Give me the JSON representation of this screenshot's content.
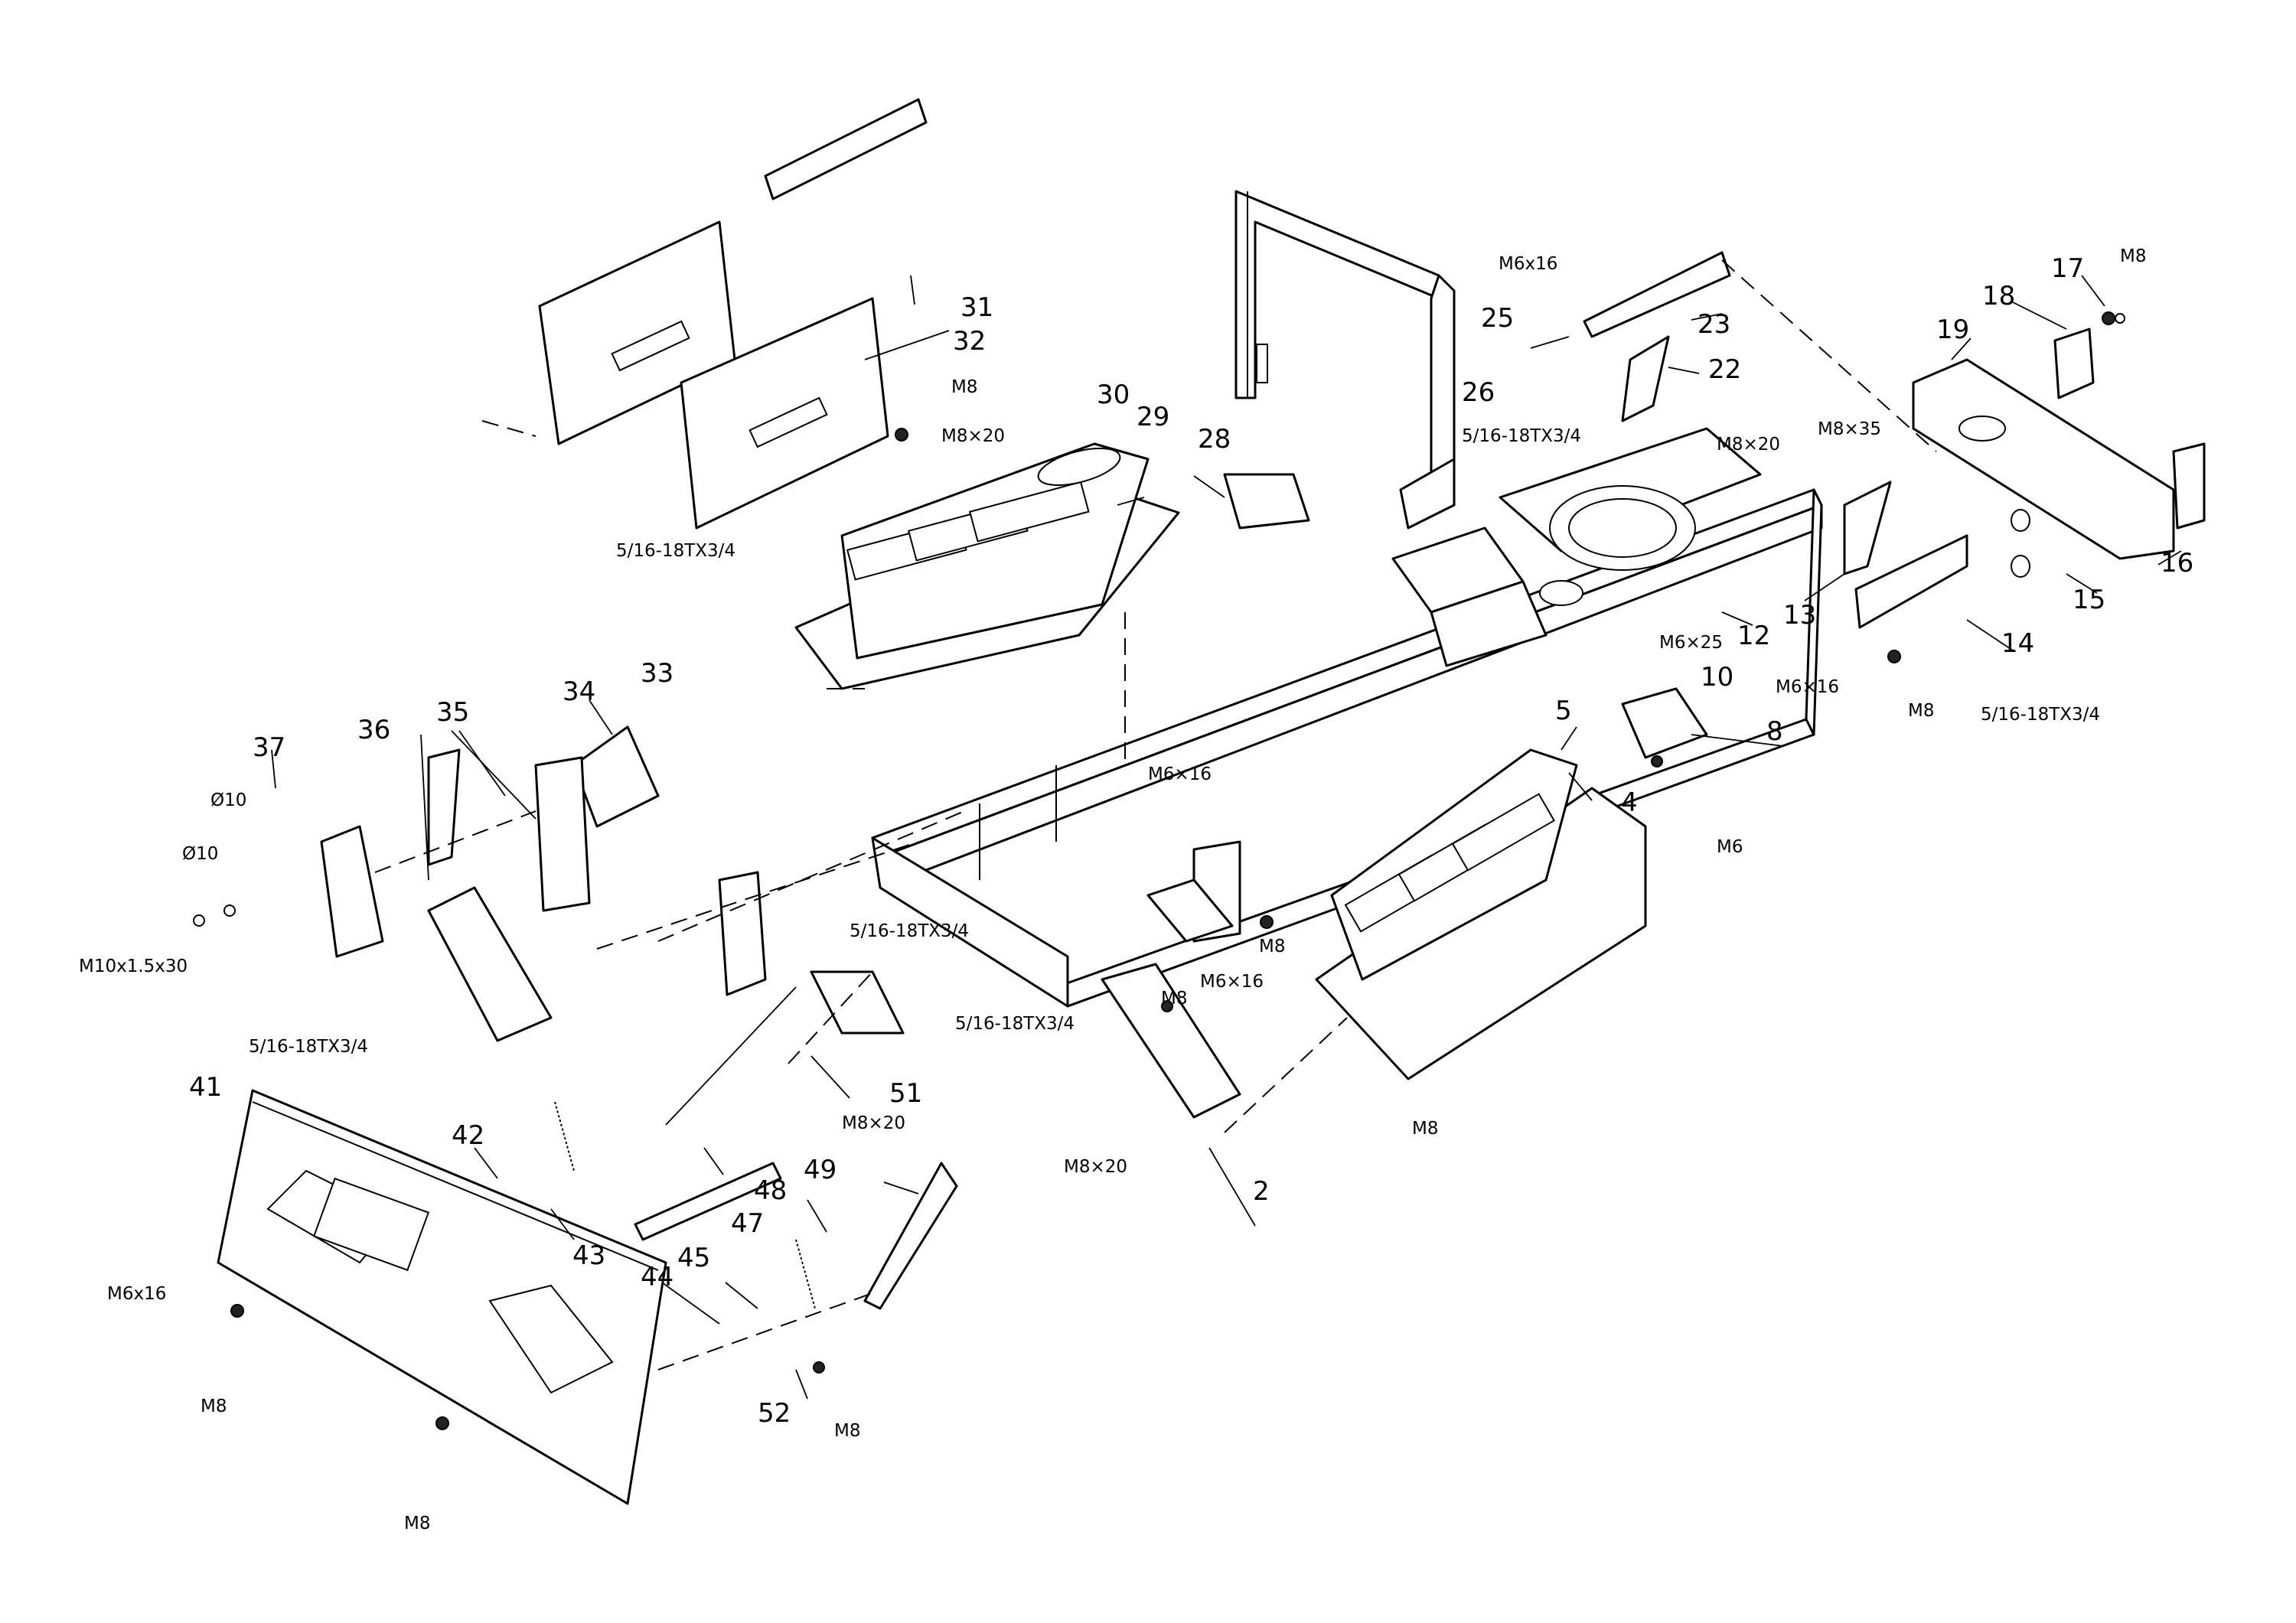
{
  "callouts": {
    "n2": "2",
    "n4": "4",
    "n5": "5",
    "n8": "8",
    "n10": "10",
    "n12": "12",
    "n13": "13",
    "n14": "14",
    "n15": "15",
    "n16": "16",
    "n17": "17",
    "n18": "18",
    "n19": "19",
    "n22": "22",
    "n23": "23",
    "n25": "25",
    "n26": "26",
    "n28": "28",
    "n29": "29",
    "n30": "30",
    "n31": "31",
    "n32": "32",
    "n33": "33",
    "n34": "34",
    "n35": "35",
    "n36": "36",
    "n37": "37",
    "n41": "41",
    "n42": "42",
    "n43": "43",
    "n44": "44",
    "n45": "45",
    "n47": "47",
    "n48": "48",
    "n49": "49",
    "n51": "51",
    "n52": "52"
  },
  "fasteners": {
    "m8": "M8",
    "m8x20": "M8×20",
    "m8x35": "M8×35",
    "m6": "M6",
    "m6x16": "M6x16",
    "m6x16b": "M6×16",
    "m6x25": "M6×25",
    "bolt_516": "5/16-18TX3/4",
    "d10": "Ø10",
    "m10": "M10x1.5x30"
  }
}
